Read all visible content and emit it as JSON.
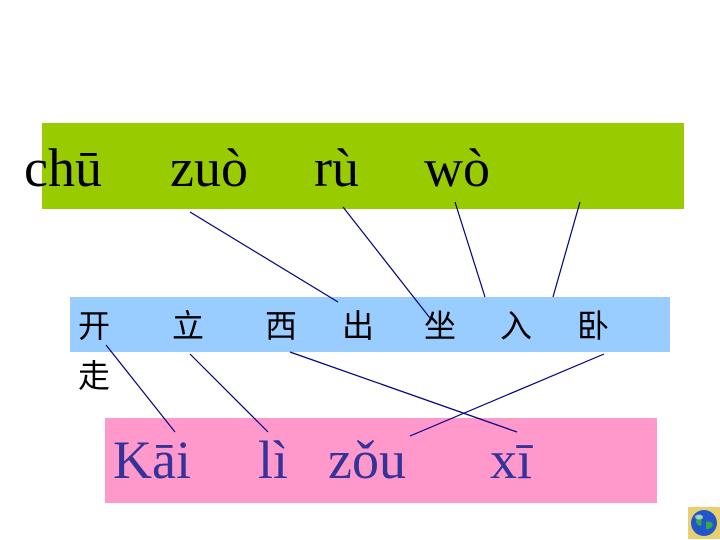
{
  "top_row": {
    "words": [
      "chū",
      "zuò",
      "rù",
      "wò"
    ]
  },
  "middle_row": {
    "characters": [
      "开",
      "立",
      "西",
      "出",
      "坐",
      "入",
      "卧",
      "走"
    ]
  },
  "bottom_row": {
    "words": [
      "Kāi",
      "lì",
      "zǒu",
      "xī"
    ]
  },
  "icons": {
    "corner": "globe-icon"
  },
  "colors": {
    "green_band": "#99cc00",
    "blue_band": "#99ccff",
    "pink_band": "#ff99cc",
    "line": "#000080",
    "bottom_text": "#333399"
  }
}
